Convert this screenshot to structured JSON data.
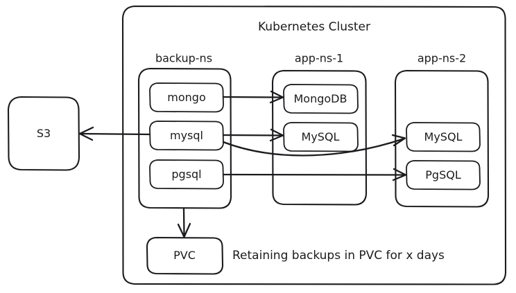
{
  "diagram": {
    "title": "Kubernetes backup architecture diagram",
    "style": "hand-drawn",
    "stroke_color": "#1b1b1f",
    "fill_color": "#ffffff",
    "background": "#ffffff"
  },
  "cluster": {
    "label": "Kubernetes Cluster"
  },
  "external": {
    "s3": {
      "label": "S3"
    },
    "pvc": {
      "label": "PVC"
    },
    "note": "Retaining backups in PVC for x days"
  },
  "namespaces": [
    {
      "id": "backup-ns",
      "label": "backup-ns",
      "nodes": [
        {
          "id": "mongo",
          "label": "mongo"
        },
        {
          "id": "mysql",
          "label": "mysql"
        },
        {
          "id": "pgsql",
          "label": "pgsql"
        }
      ]
    },
    {
      "id": "app-ns-1",
      "label": "app-ns-1",
      "nodes": [
        {
          "id": "mongodb-1",
          "label": "MongoDB"
        },
        {
          "id": "mysql-1",
          "label": "MySQL"
        }
      ]
    },
    {
      "id": "app-ns-2",
      "label": "app-ns-2",
      "nodes": [
        {
          "id": "mysql-2",
          "label": "MySQL"
        },
        {
          "id": "pgsql-2",
          "label": "PgSQL"
        }
      ]
    }
  ],
  "connections": [
    {
      "id": "mongo-to-mongodb",
      "from": "mongo",
      "to": "mongodb-1",
      "arrow": "end"
    },
    {
      "id": "mysql-to-mysql1",
      "from": "mysql",
      "to": "mysql-1",
      "arrow": "end"
    },
    {
      "id": "mysql-to-mysql2",
      "from": "mysql",
      "to": "mysql-2",
      "arrow": "end"
    },
    {
      "id": "pgsql-to-pgsql2",
      "from": "pgsql",
      "to": "pgsql-2",
      "arrow": "end"
    },
    {
      "id": "mysql-to-s3",
      "from": "mysql",
      "to": "s3",
      "arrow": "end"
    },
    {
      "id": "backupns-to-pvc",
      "from": "backup-ns",
      "to": "pvc",
      "arrow": "end"
    }
  ]
}
